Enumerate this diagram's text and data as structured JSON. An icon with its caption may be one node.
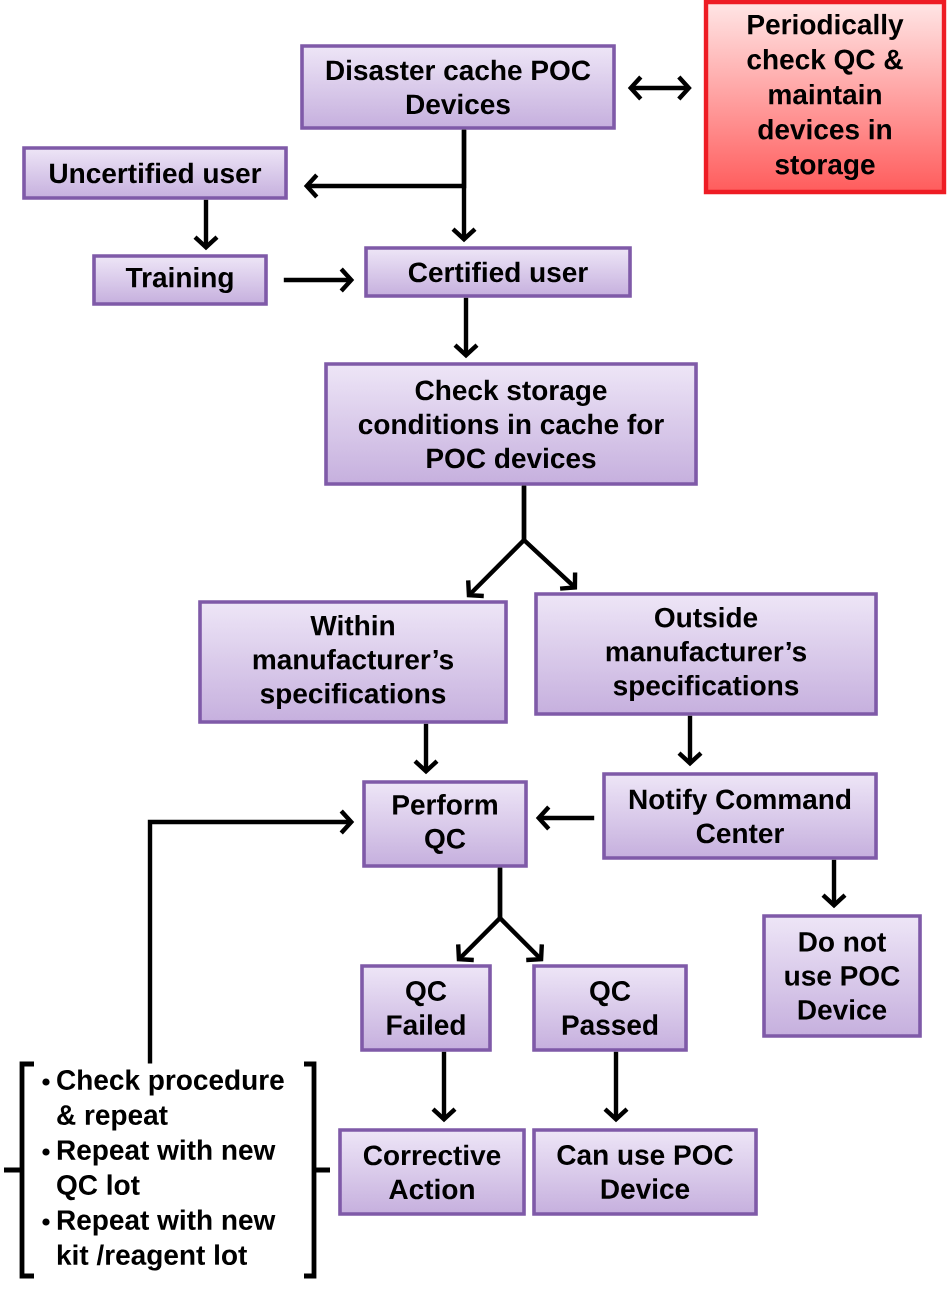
{
  "diagram": {
    "nodes": [
      {
        "text": [
          "Disaster cache POC Devices"
        ]
      },
      {
        "text": [
          "Periodically check QC & maintain devices in storage"
        ]
      },
      {
        "text": [
          "Uncertified user"
        ]
      },
      {
        "text": [
          "Training"
        ]
      },
      {
        "text": [
          "Certified user"
        ]
      },
      {
        "text": [
          "Check storage conditions in cache for POC devices"
        ]
      },
      {
        "text": [
          "Within manufacturer’s specifications"
        ]
      },
      {
        "text": [
          "Outside manufacturer’s specifications"
        ]
      },
      {
        "text": [
          "Perform QC"
        ]
      },
      {
        "text": [
          "Notify Command Center"
        ]
      },
      {
        "text": [
          "Do not use POC Device"
        ]
      },
      {
        "text": [
          "QC Failed"
        ]
      },
      {
        "text": [
          "QC Passed"
        ]
      },
      {
        "text": [
          "Corrective Action"
        ]
      },
      {
        "text": [
          "Can use POC Device"
        ]
      },
      {
        "text": [
          "Check procedure & repeat",
          "Repeat with new QC lot",
          "Repeat with new kit /reagent lot"
        ]
      }
    ],
    "edges": [
      {
        "from": 0,
        "to": 1,
        "arrow": "both"
      },
      {
        "from": 0,
        "to": 2,
        "arrow": "to"
      },
      {
        "from": 0,
        "to": 4,
        "arrow": "to"
      },
      {
        "from": 2,
        "to": 3,
        "arrow": "to"
      },
      {
        "from": 3,
        "to": 4,
        "arrow": "to"
      },
      {
        "from": 4,
        "to": 5,
        "arrow": "to"
      },
      {
        "from": 5,
        "to": 6,
        "arrow": "to"
      },
      {
        "from": 5,
        "to": 7,
        "arrow": "to"
      },
      {
        "from": 6,
        "to": 8,
        "arrow": "to"
      },
      {
        "from": 7,
        "to": 9,
        "arrow": "to"
      },
      {
        "from": 9,
        "to": 8,
        "arrow": "to"
      },
      {
        "from": 9,
        "to": 10,
        "arrow": "to"
      },
      {
        "from": 8,
        "to": 11,
        "arrow": "to"
      },
      {
        "from": 8,
        "to": 12,
        "arrow": "to"
      },
      {
        "from": 11,
        "to": 13,
        "arrow": "to"
      },
      {
        "from": 12,
        "to": 14,
        "arrow": "to"
      },
      {
        "from": 15,
        "to": 8,
        "arrow": "to"
      }
    ]
  }
}
